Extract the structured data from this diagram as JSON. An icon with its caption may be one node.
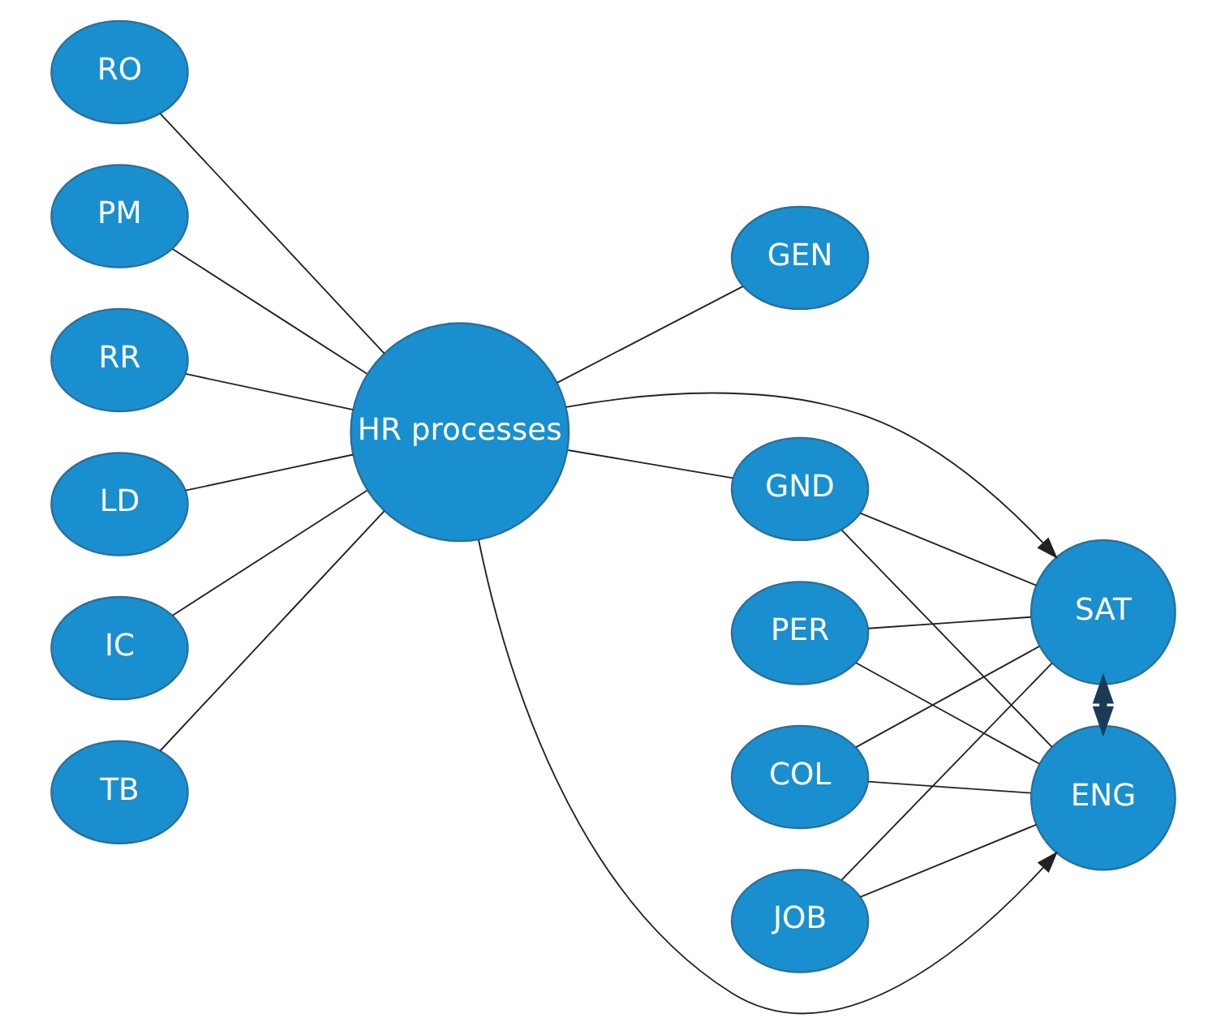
{
  "diagram": {
    "nodes": [
      {
        "text": [
          "RO"
        ]
      },
      {
        "text": [
          "PM"
        ]
      },
      {
        "text": [
          "RR"
        ]
      },
      {
        "text": [
          "LD"
        ]
      },
      {
        "text": [
          "IC"
        ]
      },
      {
        "text": [
          "TB"
        ]
      },
      {
        "text": [
          "HR processes"
        ]
      },
      {
        "text": [
          "GEN"
        ]
      },
      {
        "text": [
          "GND"
        ]
      },
      {
        "text": [
          "PER"
        ]
      },
      {
        "text": [
          "COL"
        ]
      },
      {
        "text": [
          "JOB"
        ]
      },
      {
        "text": [
          "SAT"
        ]
      },
      {
        "text": [
          "ENG"
        ]
      }
    ],
    "edges": [
      {
        "from": 0,
        "to": 6,
        "arrow": "none"
      },
      {
        "from": 1,
        "to": 6,
        "arrow": "none"
      },
      {
        "from": 2,
        "to": 6,
        "arrow": "none"
      },
      {
        "from": 3,
        "to": 6,
        "arrow": "none"
      },
      {
        "from": 4,
        "to": 6,
        "arrow": "none"
      },
      {
        "from": 5,
        "to": 6,
        "arrow": "none"
      },
      {
        "from": 6,
        "to": 7,
        "arrow": "none"
      },
      {
        "from": 6,
        "to": 8,
        "arrow": "none"
      },
      {
        "from": 6,
        "to": 12,
        "arrow": "to"
      },
      {
        "from": 6,
        "to": 13,
        "arrow": "to"
      },
      {
        "from": 8,
        "to": 12,
        "arrow": "none"
      },
      {
        "from": 8,
        "to": 13,
        "arrow": "none"
      },
      {
        "from": 9,
        "to": 12,
        "arrow": "none"
      },
      {
        "from": 9,
        "to": 13,
        "arrow": "none"
      },
      {
        "from": 10,
        "to": 12,
        "arrow": "none"
      },
      {
        "from": 10,
        "to": 13,
        "arrow": "none"
      },
      {
        "from": 11,
        "to": 12,
        "arrow": "none"
      },
      {
        "from": 11,
        "to": 13,
        "arrow": "none"
      },
      {
        "from": 12,
        "to": 13,
        "arrow": "both",
        "style": "thick"
      }
    ]
  }
}
